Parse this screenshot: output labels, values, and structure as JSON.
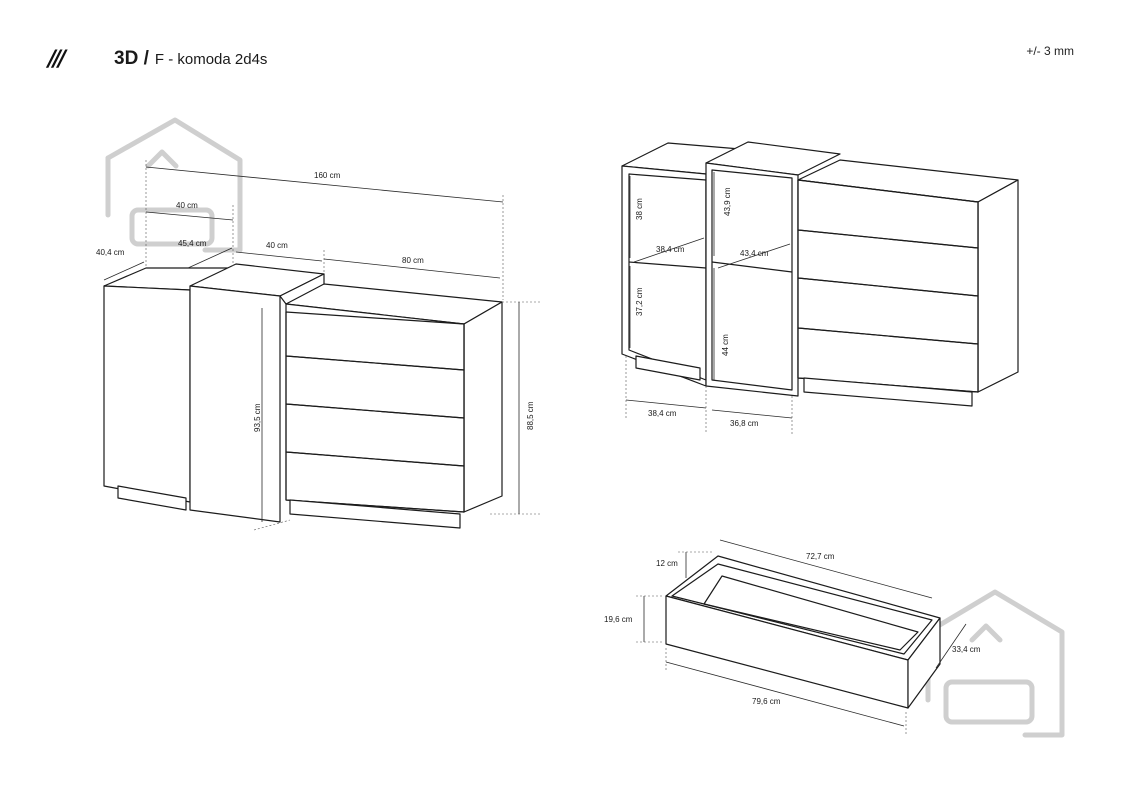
{
  "header": {
    "brand_mark": "///",
    "title_strong": "3D /",
    "title_sub": "F - komoda 2d4s",
    "tolerance": "+/- 3 mm"
  },
  "left_view": {
    "dims": {
      "total_width": "160 cm",
      "top_offset": "40 cm",
      "depth_left": "40,4 cm",
      "depth_middle": "45,4 cm",
      "width_middle": "40 cm",
      "width_right": "80 cm",
      "height_middle": "93,5 cm",
      "height_right": "88,5 cm"
    }
  },
  "shelf_view": {
    "dims": {
      "shelf_h_top_left": "38 cm",
      "shelf_h_bottom_left": "37,2 cm",
      "shelf_h_top_mid": "43,9 cm",
      "shelf_h_bottom_mid": "44 cm",
      "shelf_d_left": "38,4 cm",
      "shelf_d_mid": "43,4 cm",
      "width_left": "38,4 cm",
      "width_mid": "36,8 cm"
    }
  },
  "drawer_view": {
    "dims": {
      "inner_width": "72,7 cm",
      "inner_height": "12 cm",
      "front_height": "19,6 cm",
      "depth": "33,4 cm",
      "front_width": "79,6 cm"
    }
  }
}
